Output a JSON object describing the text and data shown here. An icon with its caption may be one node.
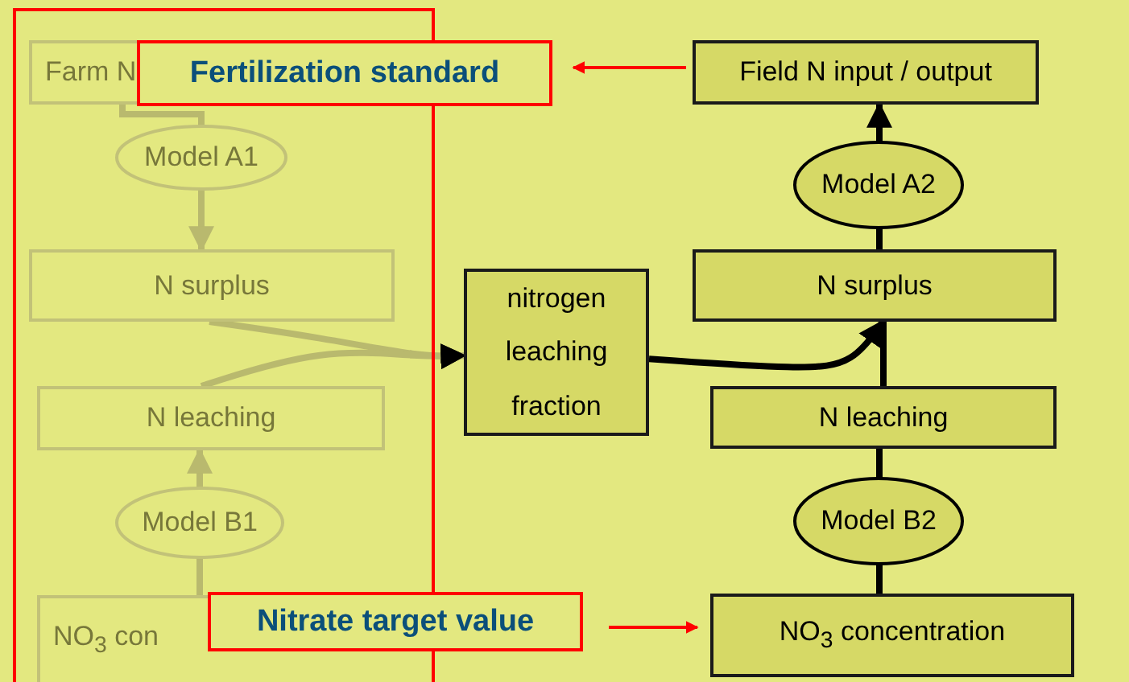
{
  "diagram": {
    "nodes": [
      {
        "text": [],
        "shape": "box"
      },
      {
        "text": [
          "Farm N"
        ],
        "in": 0
      },
      {
        "text": [
          "Model A1"
        ],
        "in": 0
      },
      {
        "text": [
          "N surplus"
        ],
        "in": 0
      },
      {
        "text": [
          "N leaching"
        ],
        "in": 0
      },
      {
        "text": [
          "Model B1"
        ],
        "in": 0
      },
      {
        "text": [
          "NO$_{3}$ con"
        ],
        "in": 0
      },
      {
        "text": [
          "Fertilization standard"
        ]
      },
      {
        "text": [
          "Nitrate target value"
        ]
      },
      {
        "text": [
          "Field N input / output"
        ]
      },
      {
        "text": [
          "Model A2"
        ]
      },
      {
        "text": [
          "N surplus"
        ]
      },
      {
        "text": [
          "nitrogen leaching fraction"
        ]
      },
      {
        "text": [
          "N leaching"
        ]
      },
      {
        "text": [
          "Model B2"
        ]
      },
      {
        "text": [
          "NO$_{3}$ concentration"
        ]
      }
    ],
    "edges": [
      {
        "from": 1,
        "to": 2,
        "arrow": "none",
        "color": "#b9b96e"
      },
      {
        "from": 2,
        "to": 3,
        "arrow": "to",
        "color": "#b9b96e"
      },
      {
        "from": 3,
        "to": 12,
        "arrow": "to",
        "color": "#b9b96e"
      },
      {
        "from": 4,
        "to": 12,
        "arrow": "to",
        "color": "#b9b96e"
      },
      {
        "from": 5,
        "to": 4,
        "arrow": "to",
        "color": "#b9b96e"
      },
      {
        "from": 6,
        "to": 5,
        "arrow": "none",
        "color": "#b9b96e"
      },
      {
        "from": 10,
        "to": 9,
        "arrow": "to",
        "color": "#000000"
      },
      {
        "from": 11,
        "to": 10,
        "arrow": "none",
        "color": "#000000"
      },
      {
        "from": 12,
        "to": 11,
        "arrow": "to",
        "color": "#000000"
      },
      {
        "from": 13,
        "to": 11,
        "arrow": "none",
        "color": "#000000"
      },
      {
        "from": 14,
        "to": 13,
        "arrow": "none",
        "color": "#000000"
      },
      {
        "from": 15,
        "to": 14,
        "arrow": "none",
        "color": "#000000"
      },
      {
        "from": 9,
        "to": 7,
        "arrow": "to",
        "color": "#ff0000"
      },
      {
        "from": 8,
        "to": 15,
        "arrow": "to",
        "color": "#ff0000"
      }
    ]
  }
}
